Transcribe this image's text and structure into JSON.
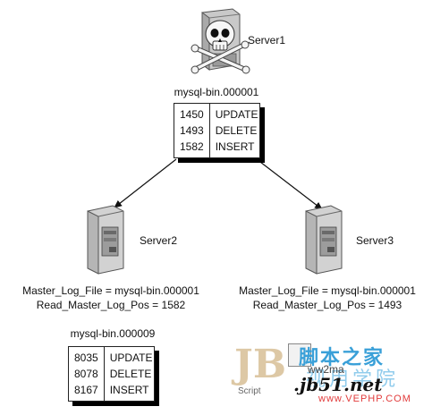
{
  "servers": {
    "server1": {
      "name": "Server1",
      "binlog": "mysql-bin.000001"
    },
    "server2": {
      "name": "Server2",
      "master_log_file": "Master_Log_File = mysql-bin.000001",
      "read_master_log_pos": "Read_Master_Log_Pos = 1582",
      "relaylog": "mysql-bin.000009"
    },
    "server3": {
      "name": "Server3",
      "master_log_file": "Master_Log_File = mysql-bin.000001",
      "read_master_log_pos": "Read_Master_Log_Pos = 1493"
    }
  },
  "server1_log": [
    {
      "pos": "1450",
      "event": "UPDATE"
    },
    {
      "pos": "1493",
      "event": "DELETE"
    },
    {
      "pos": "1582",
      "event": "INSERT"
    }
  ],
  "server2_log": [
    {
      "pos": "8035",
      "event": "UPDATE"
    },
    {
      "pos": "8078",
      "event": "DELETE"
    },
    {
      "pos": "8167",
      "event": "INSERT"
    }
  ],
  "watermark": {
    "site_cn": "脚本之家",
    "site_cn2": "视用学院",
    "url": "www.VEPHP.COM",
    "jb": "JB",
    "script": "Script",
    "mid": "ww2ma",
    "domain": ".jb51.net"
  },
  "icons": {
    "crashed_server": "skull-crossbones-server-icon",
    "server": "server-tower-icon"
  }
}
